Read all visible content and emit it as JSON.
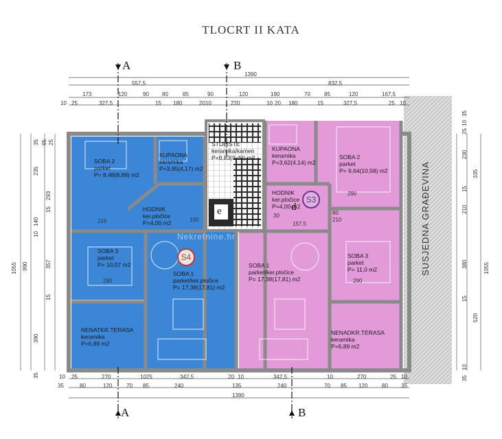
{
  "title": "TLOCRT II KATA",
  "sections": {
    "a_label": "A",
    "b_label": "B"
  },
  "neighbour": "SUSJEDNA GRAĐEVINA",
  "units": {
    "left": "S4",
    "right": "S3"
  },
  "markers": {
    "e": "e",
    "d": "d"
  },
  "watermark": "Nekretnine.hr",
  "colors": {
    "left_unit": "#3b86d6",
    "right_unit": "#e39ad8",
    "walls": "#8a8a8a"
  },
  "rooms": {
    "soba2_left": {
      "name": "SOBA 2",
      "floor": "parket",
      "area": "P= 8,48(8,89) m2"
    },
    "kupaona_left": {
      "name": "KUPAONA",
      "floor": "keramika",
      "area": "P=3,95(4,17) m2"
    },
    "hodnik_left": {
      "name": "HODNIK",
      "floor": "ker.pločice",
      "area": "P=4,00 m2"
    },
    "soba3_left": {
      "name": "SOBA 3",
      "floor": "parket",
      "area": "P= 10,07 m2"
    },
    "soba1_left": {
      "name": "SOBA 1",
      "floor": "parket/ker.pločice",
      "area": "P= 17,38(17,81) m2"
    },
    "terasa_left": {
      "name": "NENATKR.TERASA",
      "floor": "keramika",
      "area": "P=6,89 m2"
    },
    "stubiste": {
      "name": "STUBIŠTE",
      "floor": "keramika/kamen",
      "area": "P=8,83(9,40) m2"
    },
    "kupaona_right": {
      "name": "KUPAONA",
      "floor": "keramika",
      "area": "P=3,62(4,14) m2"
    },
    "soba2_right": {
      "name": "SOBA 2",
      "floor": "parket",
      "area": "P= 9,64(10,58) m2"
    },
    "hodnik_right": {
      "name": "HODNIK",
      "floor": "ker.pločice",
      "area": "P=4,00 m2"
    },
    "soba3_right": {
      "name": "SOBA 3",
      "floor": "parket",
      "area": "P= 11,0 m2"
    },
    "soba1_right": {
      "name": "SOBA 1",
      "floor": "parket/ker.pločice",
      "area": "P= 17,38(17,81) m2"
    },
    "terasa_right": {
      "name": "NENADKR.TERASA",
      "floor": "keramika",
      "area": "P=6,89 m2"
    }
  },
  "dims": {
    "top_total": "1390",
    "top_left": "557,5",
    "top_right": "832,5",
    "top_row2": [
      "173",
      "120",
      "90",
      "80",
      "85",
      "90",
      "120",
      "190",
      "70",
      "85",
      "120",
      "167,5"
    ],
    "top_row3": [
      "10",
      "25",
      "327,5",
      "15",
      "180",
      "2010",
      "220",
      "10",
      "20",
      "180",
      "15",
      "327,5",
      "25",
      "10"
    ],
    "bottom_total": "1390",
    "bottom_row1": [
      "10",
      "25",
      "270",
      "1025",
      "342,5",
      "20",
      "10",
      "342,5",
      "10",
      "270",
      "25",
      "10"
    ],
    "bottom_row2": [
      "35",
      "80",
      "120",
      "70",
      "85",
      "240",
      "135",
      "240",
      "70",
      "85",
      "120",
      "80",
      "35"
    ],
    "left_total": "1055",
    "left_inner": "990",
    "left_parts": [
      "35",
      "65",
      "25",
      "235",
      "293",
      "15",
      "140",
      "10",
      "357",
      "15",
      "390",
      "35"
    ],
    "right_total": "1055",
    "right_parts": [
      "35",
      "10",
      "25",
      "230",
      "335",
      "15",
      "210",
      "380",
      "15",
      "520",
      "10",
      "35"
    ],
    "inner_small": [
      "216",
      "290",
      "290",
      "100",
      "210",
      "80",
      "157,5",
      "30",
      "290"
    ]
  }
}
